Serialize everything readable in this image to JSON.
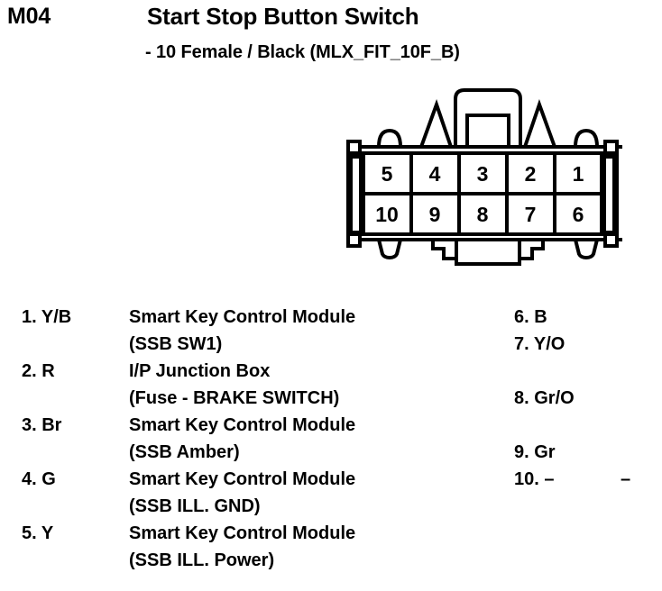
{
  "header": {
    "connector_code": "M04",
    "title": "Start Stop Button Switch",
    "subtitle": "- 10 Female / Black (MLX_FIT_10F_B)"
  },
  "connector": {
    "type": "female-connector-face-view",
    "cavity_count": 10,
    "rows": [
      {
        "cells": [
          "5",
          "4",
          "3",
          "2",
          "1"
        ]
      },
      {
        "cells": [
          "10",
          "9",
          "8",
          "7",
          "6"
        ]
      }
    ],
    "line_color": "#000000",
    "fill_color": "#ffffff"
  },
  "pin_list_left": [
    {
      "id": "1. Y/B",
      "desc": "Smart Key Control Module"
    },
    {
      "id": "",
      "desc": "(SSB SW1)"
    },
    {
      "id": "2. R",
      "desc": "I/P Junction Box"
    },
    {
      "id": "",
      "desc": "(Fuse - BRAKE SWITCH)"
    },
    {
      "id": "3. Br",
      "desc": "Smart Key Control Module"
    },
    {
      "id": "",
      "desc": "(SSB Amber)"
    },
    {
      "id": "4. G",
      "desc": "Smart Key Control Module"
    },
    {
      "id": "",
      "desc": "(SSB ILL. GND)"
    },
    {
      "id": "5. Y",
      "desc": "Smart Key Control Module"
    },
    {
      "id": "",
      "desc": "(SSB ILL. Power)"
    }
  ],
  "pin_list_right": [
    {
      "id": "6. B",
      "extra": ""
    },
    {
      "id": "7. Y/O",
      "extra": ""
    },
    {
      "id": "",
      "extra": ""
    },
    {
      "id": "8. Gr/O",
      "extra": ""
    },
    {
      "id": "",
      "extra": ""
    },
    {
      "id": "9. Gr",
      "extra": ""
    },
    {
      "id": "10. –",
      "extra": "–"
    },
    {
      "id": "",
      "extra": ""
    },
    {
      "id": "",
      "extra": ""
    },
    {
      "id": "",
      "extra": ""
    }
  ]
}
